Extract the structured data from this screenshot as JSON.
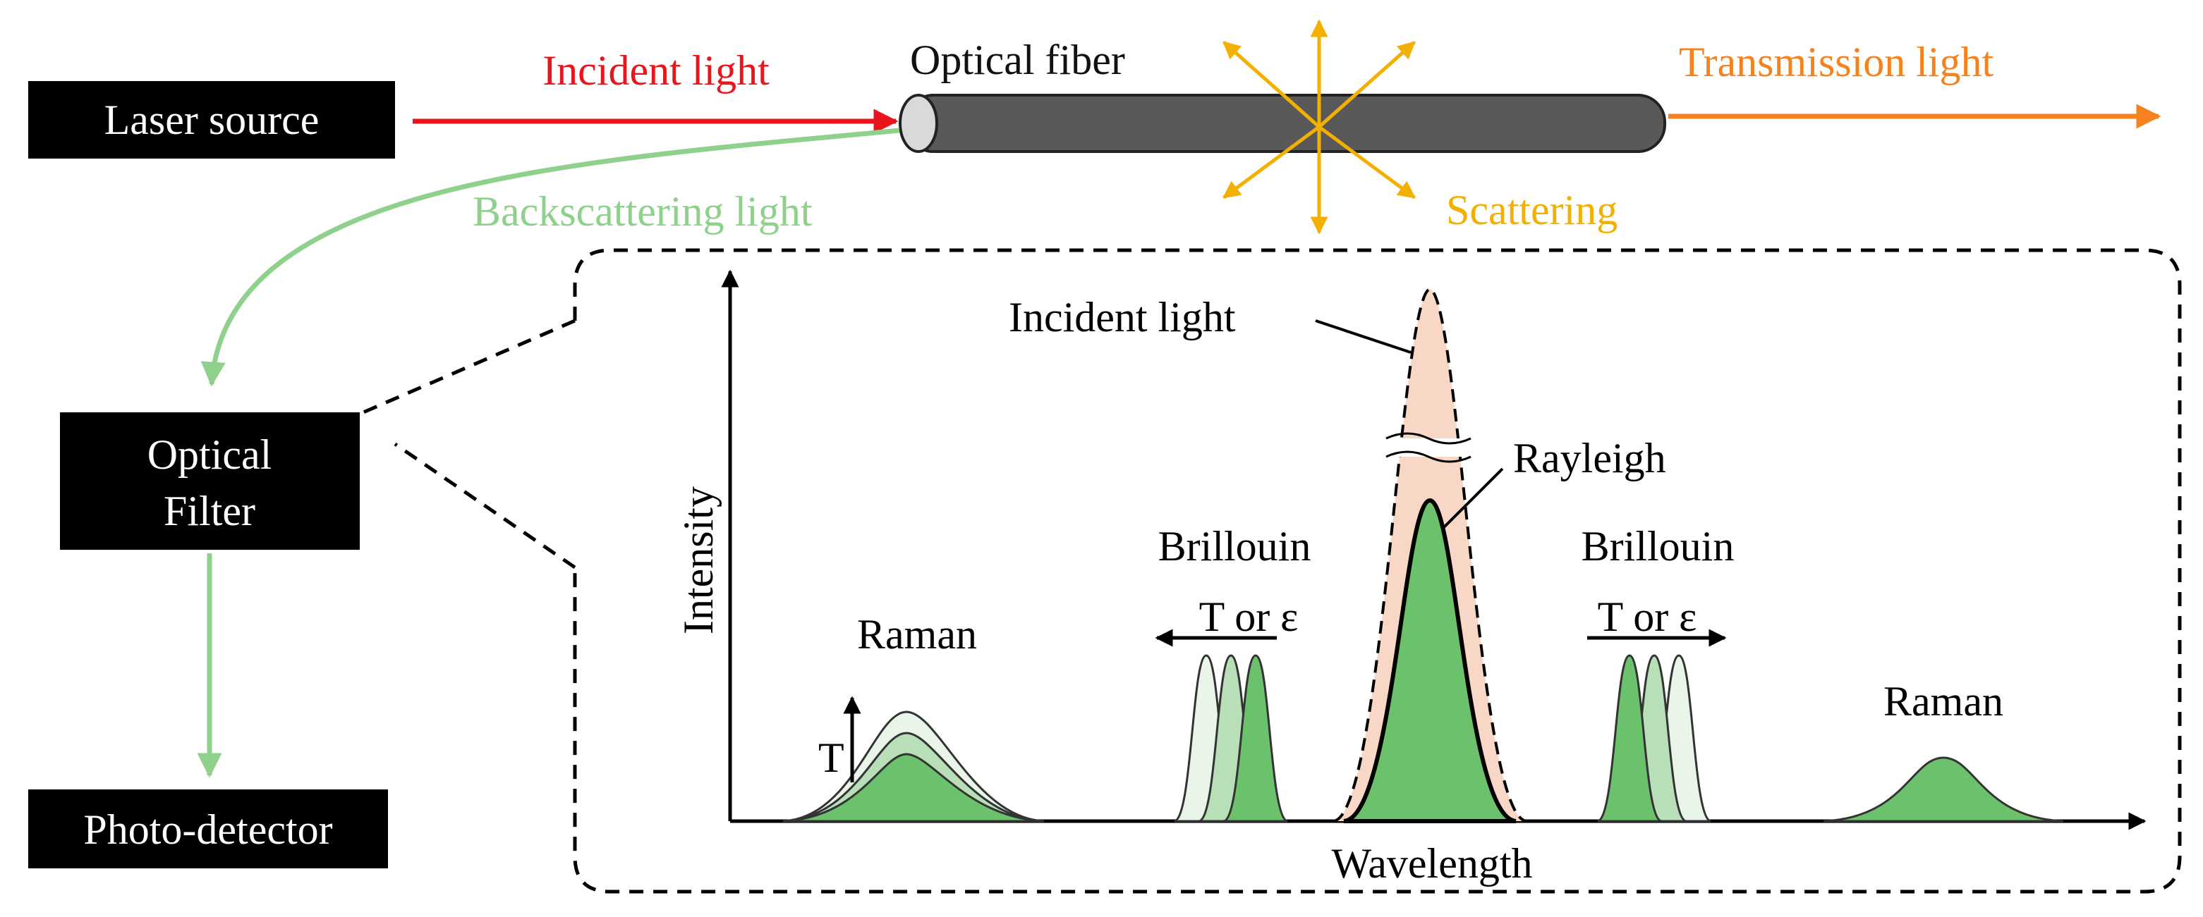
{
  "colors": {
    "incident": "#e8161c",
    "transmission": "#f5821f",
    "backscatter": "#8fd18c",
    "scattering": "#f4b000",
    "fiber": "#595959",
    "box": "#000000",
    "peak_fill": "#6cc16c",
    "peak_light": "#cfe9cf",
    "incident_fill": "#f9d7c6"
  },
  "boxes": {
    "laser": "Laser source",
    "filter_line1": "Optical",
    "filter_line2": "Filter",
    "detector": "Photo-detector"
  },
  "labels": {
    "incident_light": "Incident light",
    "optical_fiber": "Optical fiber",
    "transmission_light": "Transmission light",
    "backscattering_light": "Backscattering light",
    "scattering": "Scattering"
  },
  "spectrum": {
    "y_axis": "Intensity",
    "x_axis": "Wavelength",
    "incident_light": "Incident light",
    "rayleigh": "Rayleigh",
    "brillouin_left": "Brillouin",
    "brillouin_right": "Brillouin",
    "shift_left": "T or ε",
    "shift_right": "T or ε",
    "raman_left": "Raman",
    "raman_right": "Raman",
    "raman_temp": "T"
  }
}
